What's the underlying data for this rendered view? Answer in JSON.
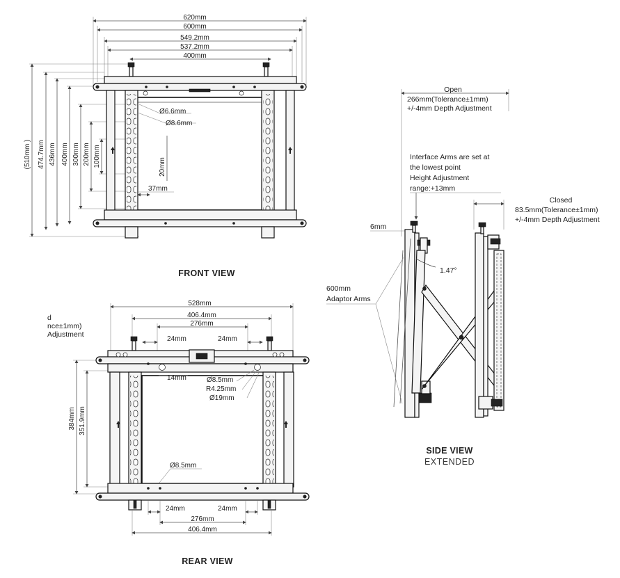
{
  "front_view": {
    "title": "FRONT VIEW",
    "dims_top": [
      "620mm",
      "600mm",
      "549.2mm",
      "537.2mm",
      "400mm"
    ],
    "dims_left": [
      "(510mm )",
      "474.7mm",
      "436mm",
      "400mm",
      "300mm",
      "200mm",
      "100mm"
    ],
    "dia_1": "Ø6.6mm",
    "dia_2": "Ø8.6mm",
    "dim_20": "20mm",
    "dim_37": "37mm"
  },
  "rear_view": {
    "title": "REAR VIEW",
    "dims_top": [
      "528mm",
      "406.4mm",
      "276mm"
    ],
    "dim_24_left": "24mm",
    "dim_24_right": "24mm",
    "dim_14": "14mm",
    "dia_85": "Ø8.5mm",
    "r_425": "R4.25mm",
    "dia_19": "Ø19mm",
    "dia_85_lower": "Ø8.5mm",
    "dims_left": [
      "384mm",
      "351.9mm"
    ],
    "dims_bottom": [
      "24mm",
      "24mm",
      "276mm",
      "406.4mm"
    ],
    "cut_text_1": "d",
    "cut_text_2": "nce±1mm)",
    "cut_text_3": "Adjustment"
  },
  "side_view": {
    "title": "SIDE VIEW",
    "subtitle": "EXTENDED",
    "open_label": "Open",
    "open_dim": "266mm(Tolerance±1mm)",
    "open_depth": "+/-4mm Depth Adjustment",
    "interface_note": [
      "Interface Arms are set at",
      "the lowest point",
      "Height Adjustment",
      "range:+13mm"
    ],
    "closed_label": "Closed",
    "closed_dim": "83.5mm(Tolerance±1mm)",
    "closed_depth": "+/-4mm Depth Adjustment",
    "dim_6": "6mm",
    "angle": "1.47°",
    "adaptor_1": "600mm",
    "adaptor_2": "Adaptor Arms"
  }
}
